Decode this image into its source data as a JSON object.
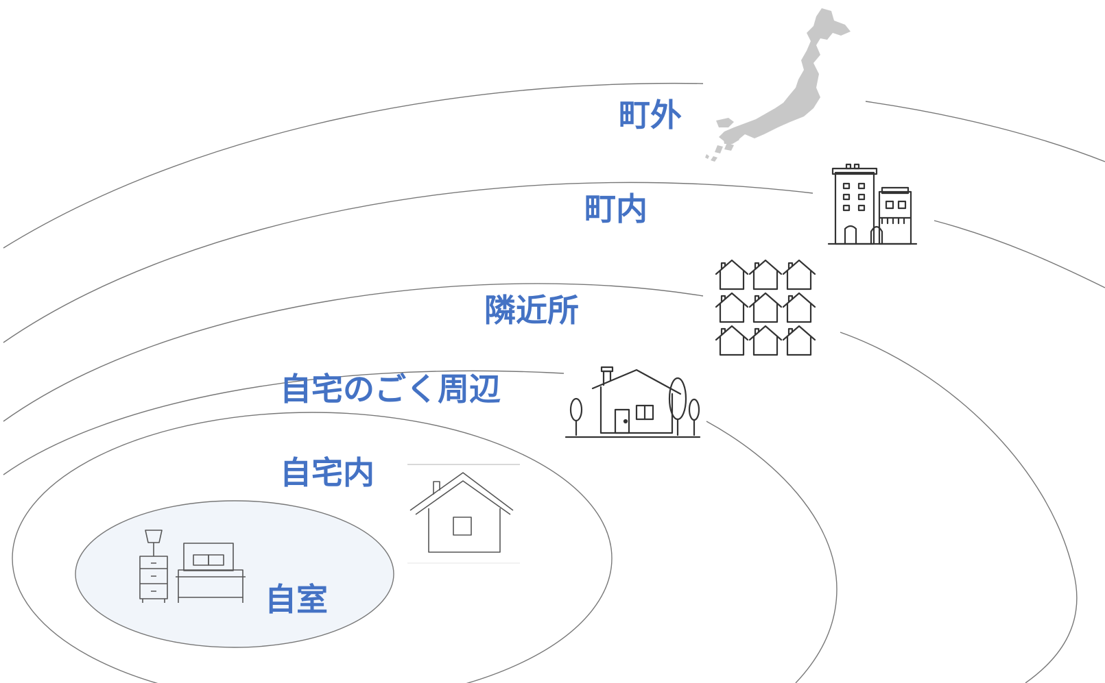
{
  "zones": [
    {
      "id": "outside-town",
      "label": "町外",
      "icon": "japan-map-icon"
    },
    {
      "id": "in-town",
      "label": "町内",
      "icon": "buildings-icon"
    },
    {
      "id": "neighborhood",
      "label": "隣近所",
      "icon": "houses-grid-icon"
    },
    {
      "id": "near-home",
      "label": "自宅のごく周辺",
      "icon": "house-trees-icon"
    },
    {
      "id": "in-home",
      "label": "自宅内",
      "icon": "house-outline-icon"
    },
    {
      "id": "own-room",
      "label": "自室",
      "icon": "bedroom-icon"
    }
  ],
  "colors": {
    "label": "#4472c4",
    "ring_stroke": "#777777",
    "inner_fill": "#f1f5fa",
    "map_fill": "#c8c8c8"
  }
}
